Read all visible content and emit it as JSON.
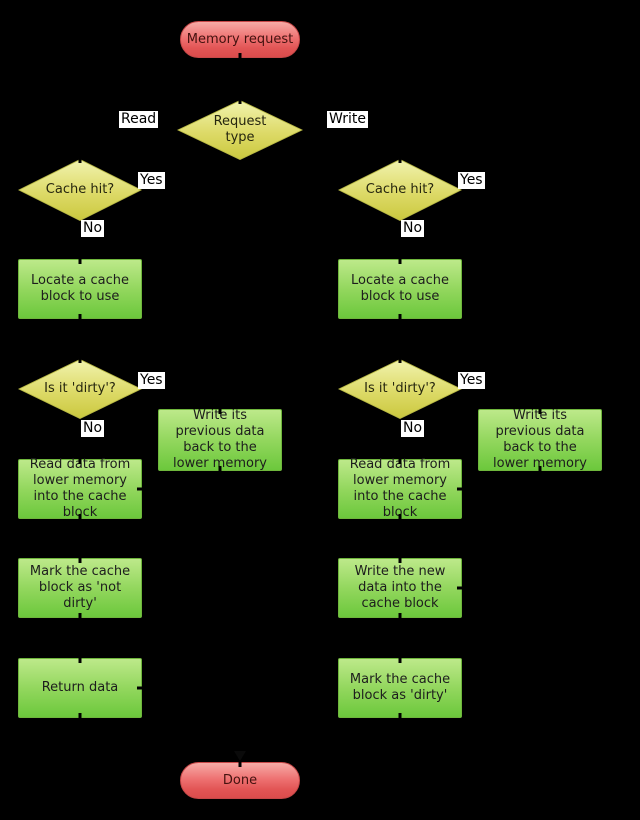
{
  "diagram": {
    "type": "flowchart",
    "nodes": {
      "memory_request": "Memory request",
      "request_type": "Request type",
      "cache_hit": "Cache hit?",
      "locate_block": "Locate a cache block to use",
      "is_dirty": "Is it 'dirty'?",
      "write_previous": "Write its previous data back to the lower memory",
      "read_data": "Read data from lower memory into the cache block",
      "mark_not_dirty": "Mark the cache block as 'not dirty'",
      "return_data": "Return data",
      "write_new": "Write the new data into the cache block",
      "mark_dirty": "Mark the cache block as 'dirty'",
      "done": "Done"
    },
    "edge_labels": {
      "read": "Read",
      "write": "Write",
      "yes": "Yes",
      "no": "No"
    },
    "edges": [
      {
        "from": "memory_request",
        "to": "request_type"
      },
      {
        "from": "request_type",
        "to": "cache_hit_read",
        "label": "Read"
      },
      {
        "from": "request_type",
        "to": "cache_hit_write",
        "label": "Write"
      },
      {
        "from": "cache_hit_read",
        "to": "return_data",
        "label": "Yes"
      },
      {
        "from": "cache_hit_read",
        "to": "locate_block_read",
        "label": "No"
      },
      {
        "from": "locate_block_read",
        "to": "is_dirty_read"
      },
      {
        "from": "is_dirty_read",
        "to": "write_previous_read",
        "label": "Yes"
      },
      {
        "from": "is_dirty_read",
        "to": "read_data_read",
        "label": "No"
      },
      {
        "from": "write_previous_read",
        "to": "read_data_read"
      },
      {
        "from": "read_data_read",
        "to": "mark_not_dirty"
      },
      {
        "from": "mark_not_dirty",
        "to": "return_data"
      },
      {
        "from": "return_data",
        "to": "done"
      },
      {
        "from": "cache_hit_write",
        "to": "write_new",
        "label": "Yes"
      },
      {
        "from": "cache_hit_write",
        "to": "locate_block_write",
        "label": "No"
      },
      {
        "from": "locate_block_write",
        "to": "is_dirty_write"
      },
      {
        "from": "is_dirty_write",
        "to": "write_previous_write",
        "label": "Yes"
      },
      {
        "from": "is_dirty_write",
        "to": "read_data_write",
        "label": "No"
      },
      {
        "from": "write_previous_write",
        "to": "read_data_write"
      },
      {
        "from": "read_data_write",
        "to": "write_new"
      },
      {
        "from": "write_new",
        "to": "mark_dirty"
      },
      {
        "from": "mark_dirty",
        "to": "done"
      }
    ],
    "colors": {
      "background": "#000000",
      "process_fill_top": "#bde98a",
      "process_fill_bottom": "#6cc83c",
      "process_border": "#6fb63c",
      "decision_fill_top": "#f1f3ae",
      "decision_fill_bottom": "#cbc93f",
      "terminator_fill_top": "#f6aba6",
      "terminator_fill_bottom": "#db4c4c",
      "terminator_border": "#c74848",
      "edge_label_bg": "#ffffff",
      "text": "#1d1d1d"
    }
  }
}
